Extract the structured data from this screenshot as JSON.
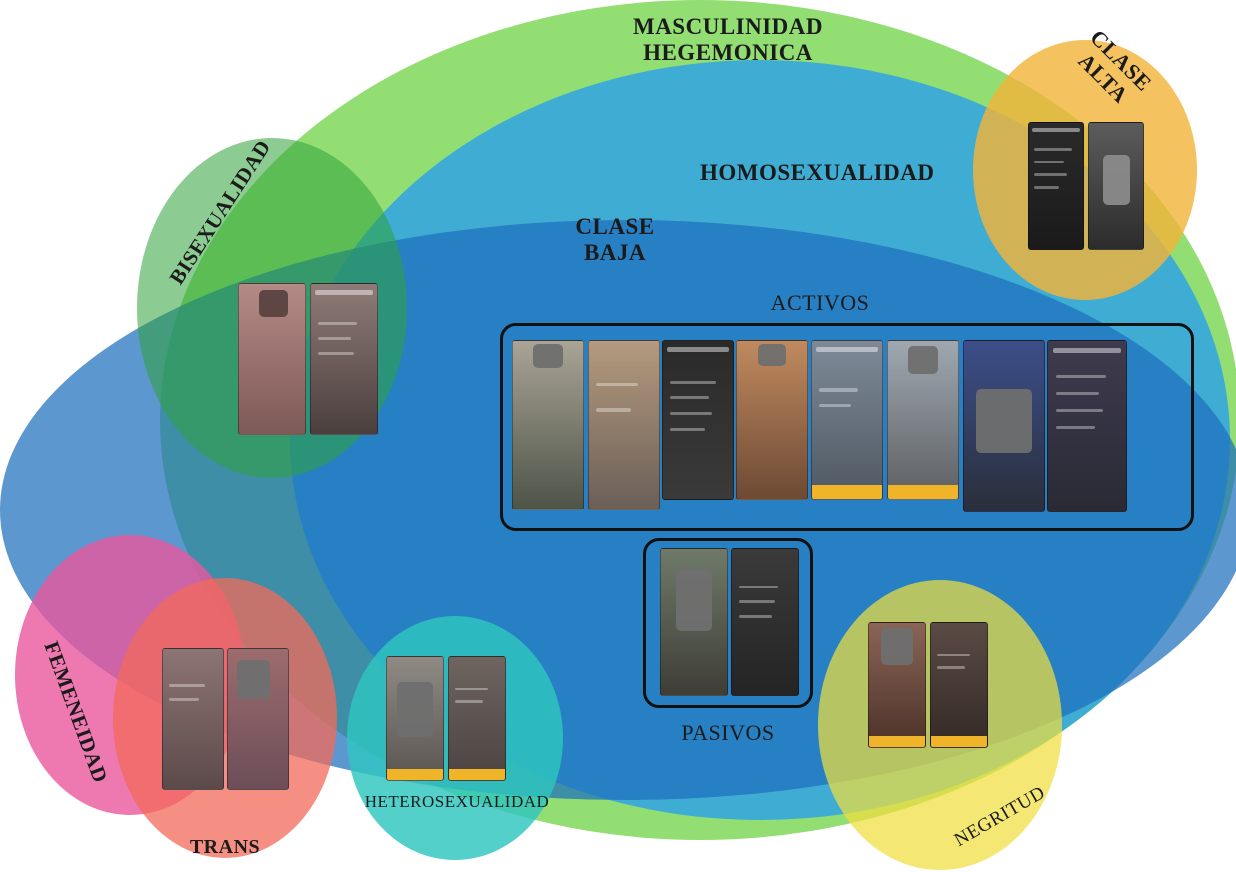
{
  "diagram": {
    "regions": [
      {
        "key": "masculinidad",
        "text": "MASCULINIDAD\nHEGEMONICA",
        "color": "#7fd85a"
      },
      {
        "key": "homosexualidad",
        "text": "HOMOSEXUALIDAD",
        "color": "#36a7de"
      },
      {
        "key": "clase_baja",
        "text": "CLASE\nBAJA",
        "color": "#1f6fbd"
      },
      {
        "key": "clase_alta",
        "text": "CLASE\nALTA",
        "color": "#f2b43a"
      },
      {
        "key": "bisexualidad",
        "text": "BISEXUALIDAD",
        "color": "#44ad44"
      },
      {
        "key": "femeneidad",
        "text": "FEMENEIDAD",
        "color": "#e8589c"
      },
      {
        "key": "trans",
        "text": "TRANS",
        "color": "#f36a5a"
      },
      {
        "key": "heterosexualidad",
        "text": "HETEROSEXUALIDAD",
        "color": "#2ec6c0"
      },
      {
        "key": "negritud",
        "text": "NEGRITUD",
        "color": "#f0de3e"
      }
    ],
    "groups": {
      "activos": "ACTIVOS",
      "pasivos": "PASIVOS"
    }
  }
}
